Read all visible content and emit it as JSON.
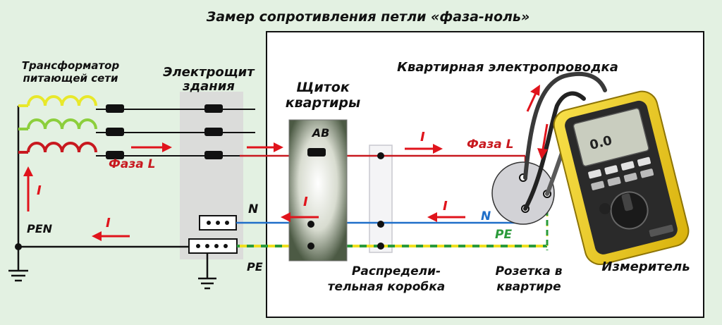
{
  "title": "Замер сопротивления  петли «фаза-ноль»",
  "labels": {
    "transformer_l1": "Трансформатор",
    "transformer_l2": "питающей сети",
    "building_panel_l1": "Электрощит",
    "building_panel_l2": "здания",
    "apartment_panel_l1": "Щиток",
    "apartment_panel_l2": "квартиры",
    "apartment_wiring": "Квартирная электропроводка",
    "breaker": "АВ",
    "phase_left": "Фаза L",
    "phase_right": "Фаза L",
    "current_symbol": "I",
    "pen": "PEN",
    "n_left": "N",
    "n_right": "N",
    "pe_left": "PE",
    "pe_right": "PE",
    "junction_box_l1": "Распредели-",
    "junction_box_l2": "тельная коробка",
    "socket_l1": "Розетка в",
    "socket_l2": "квартире",
    "meter": "Измеритель",
    "meter_display": "0.0"
  },
  "colors": {
    "background": "#e3f1e2",
    "phase": "#c8191f",
    "neutral": "#1f6fc9",
    "pe_yellow": "#f0e020",
    "pe_green": "#2a9a3a",
    "coil_yellow": "#e8e82a",
    "coil_green": "#8ccf3c",
    "coil_red": "#c8191f",
    "arrow": "#e0141c",
    "meter_body": "#f2d21c"
  },
  "icons": {
    "ground": "ground-icon",
    "coil": "transformer-coil-icon",
    "breaker": "breaker-icon"
  }
}
